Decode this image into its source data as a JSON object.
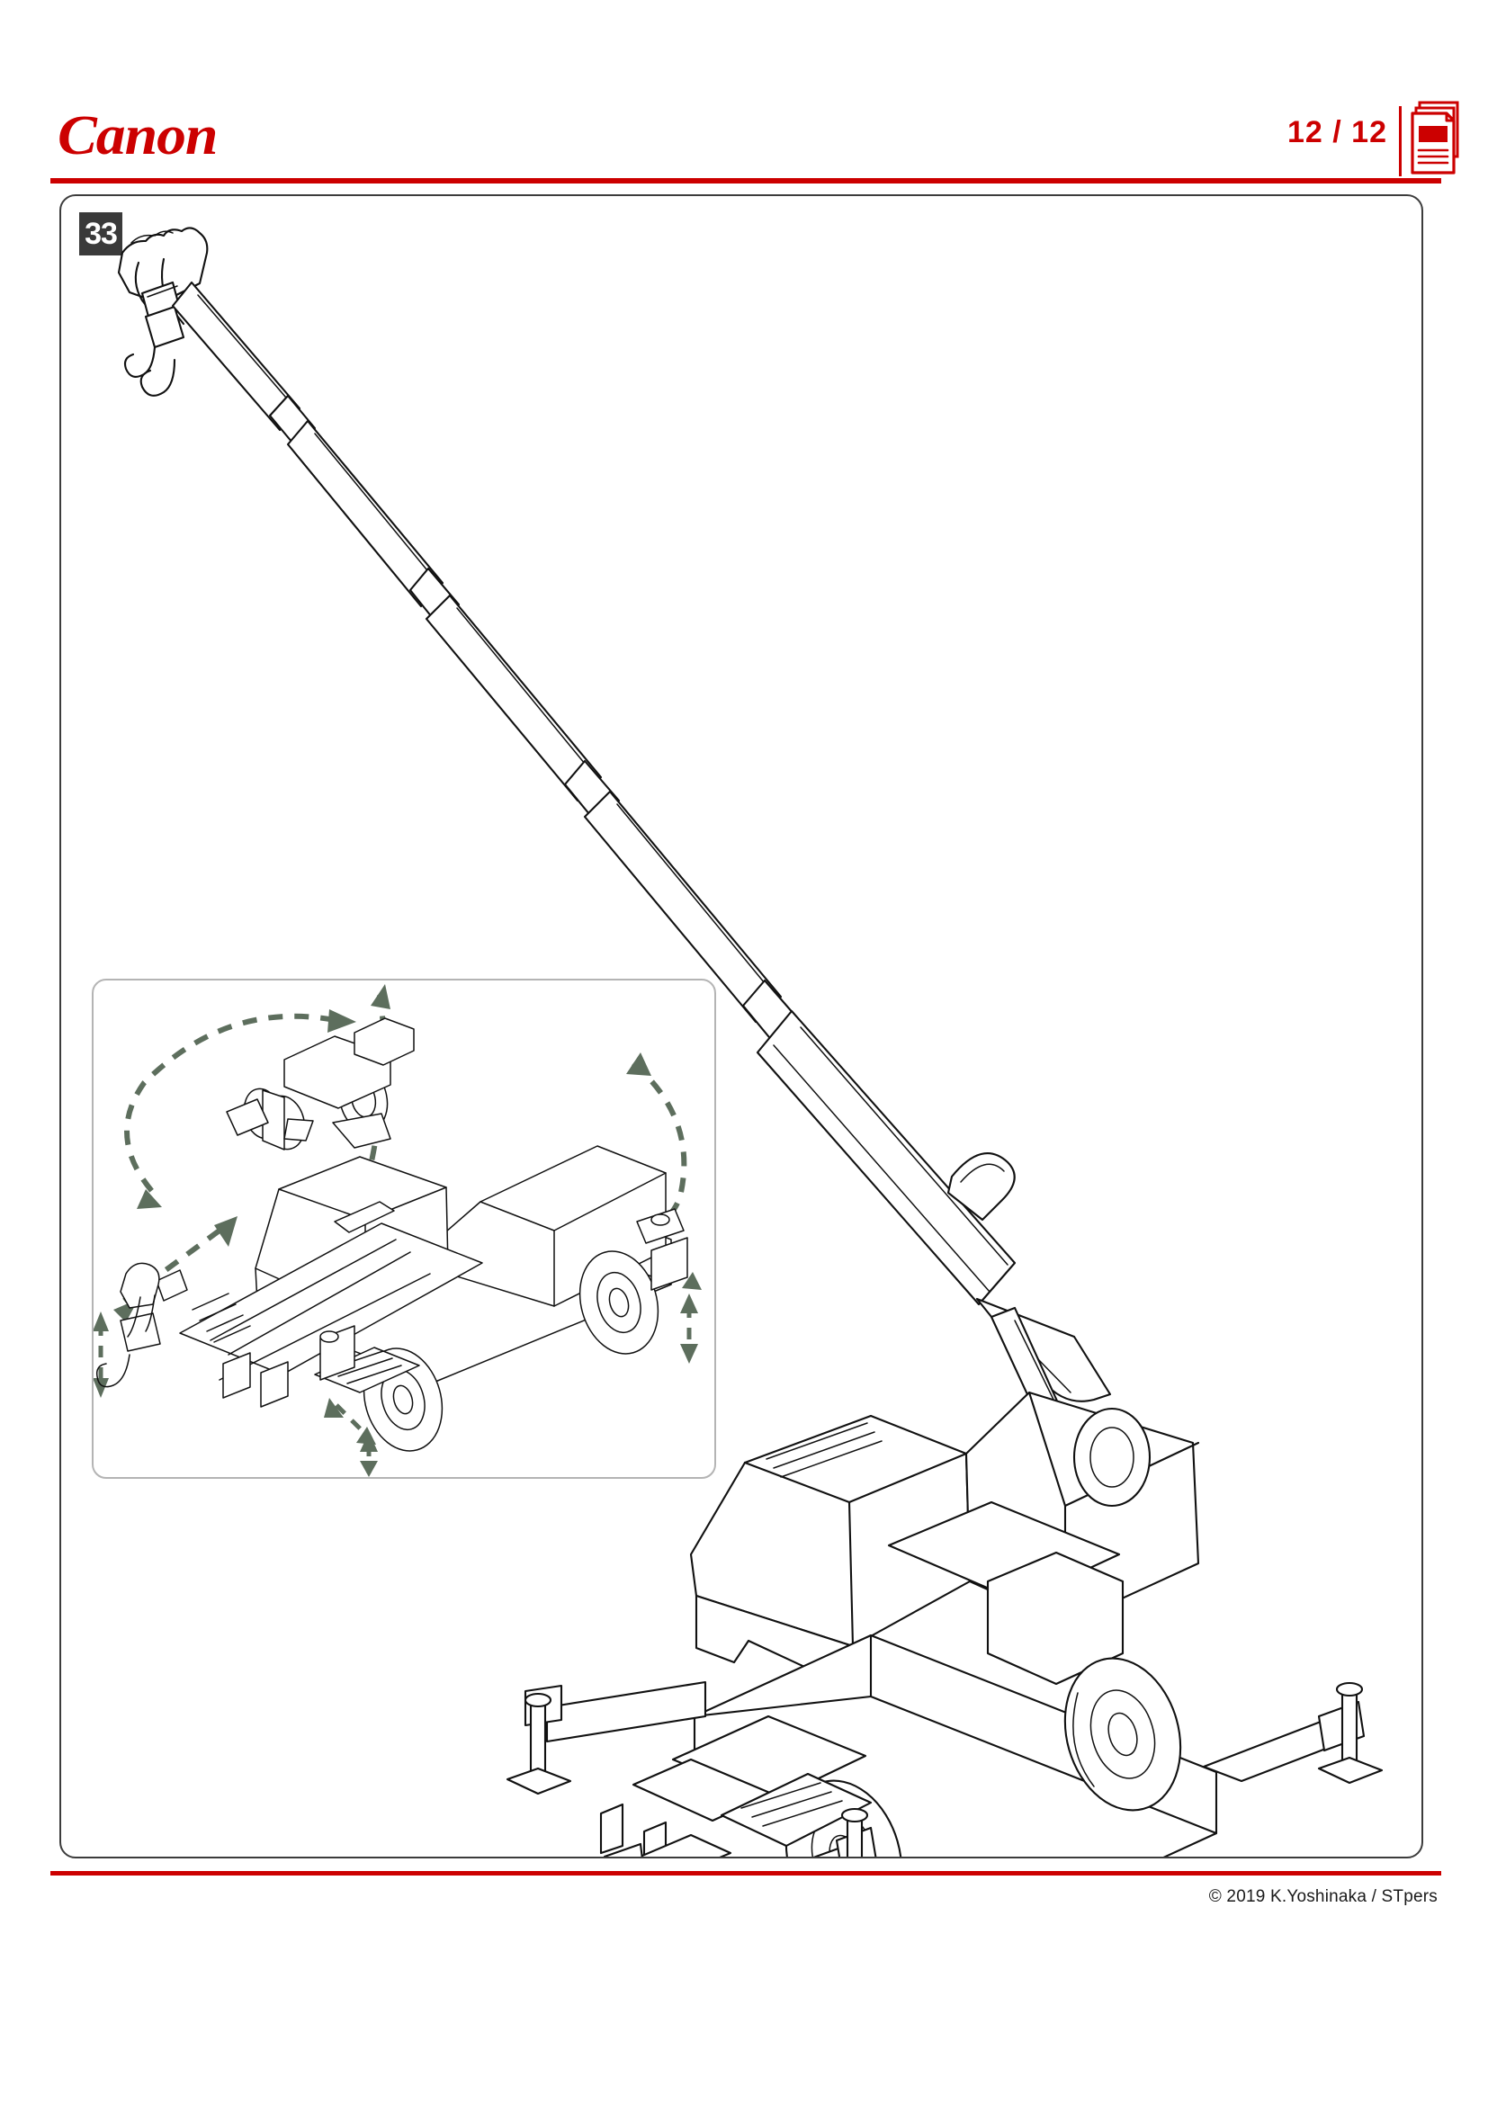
{
  "document": {
    "brand": "Canon",
    "page_indicator": "12 / 12",
    "copyright": "© 2019 K.Yoshinaka / STpers",
    "step_number": "33"
  },
  "colors": {
    "brand_red": "#cc0000",
    "frame_gray": "#3c3c3c",
    "badge_dark": "#3a3a3a",
    "inset_border": "#b4b4b4",
    "arrow_green": "#5d6e5d",
    "line_black": "#111111"
  },
  "icons": {
    "document_stack": "document-stack-icon"
  },
  "illustration": {
    "title": "Mobile rough-terrain crane, papercraft assembly step",
    "subject": "telescopic boom crane with outriggers deployed",
    "main_view": {
      "name": "crane-deployed-view",
      "parts": [
        "boom-tip-sheave-head",
        "hook-block",
        "telescopic-boom-sections",
        "luffing-hydraulic-cylinder",
        "superstructure-cab",
        "counterweight-housing",
        "carrier-chassis",
        "front-wheel",
        "rear-wheel",
        "outrigger-beam-front-left",
        "outrigger-beam-front-right",
        "outrigger-beam-rear-left",
        "outrigger-beam-rear-right",
        "outrigger-jack-cylinder",
        "outrigger-ground-pad"
      ]
    },
    "inset_view": {
      "name": "crane-stowed-view",
      "caption": "",
      "parts": [
        "stowed-boom",
        "winch-drum",
        "sheave-block",
        "operator-cab",
        "carrier-chassis",
        "wheels",
        "hook-block"
      ],
      "motion_arrows": [
        {
          "name": "slew-rotation-arc-left",
          "type": "curved-single",
          "meaning": "superstructure slew"
        },
        {
          "name": "slew-rotation-arc-right",
          "type": "curved-single",
          "meaning": "superstructure slew"
        },
        {
          "name": "boom-luff-arc",
          "type": "curved-single",
          "meaning": "boom raise / lower"
        },
        {
          "name": "boom-telescope-arrow",
          "type": "straight-double",
          "meaning": "boom extend / retract"
        },
        {
          "name": "hook-hoist-arrow",
          "type": "straight-double",
          "meaning": "hook raise / lower"
        },
        {
          "name": "outrigger-jack-arrow-right",
          "type": "straight-double",
          "meaning": "outrigger jack down"
        },
        {
          "name": "outrigger-jack-arrow-front",
          "type": "straight-double",
          "meaning": "outrigger jack down"
        },
        {
          "name": "outrigger-extend-arrow-right",
          "type": "straight-double",
          "meaning": "outrigger beam extend"
        },
        {
          "name": "outrigger-extend-arrow-front",
          "type": "straight-double",
          "meaning": "outrigger beam extend"
        }
      ]
    }
  }
}
